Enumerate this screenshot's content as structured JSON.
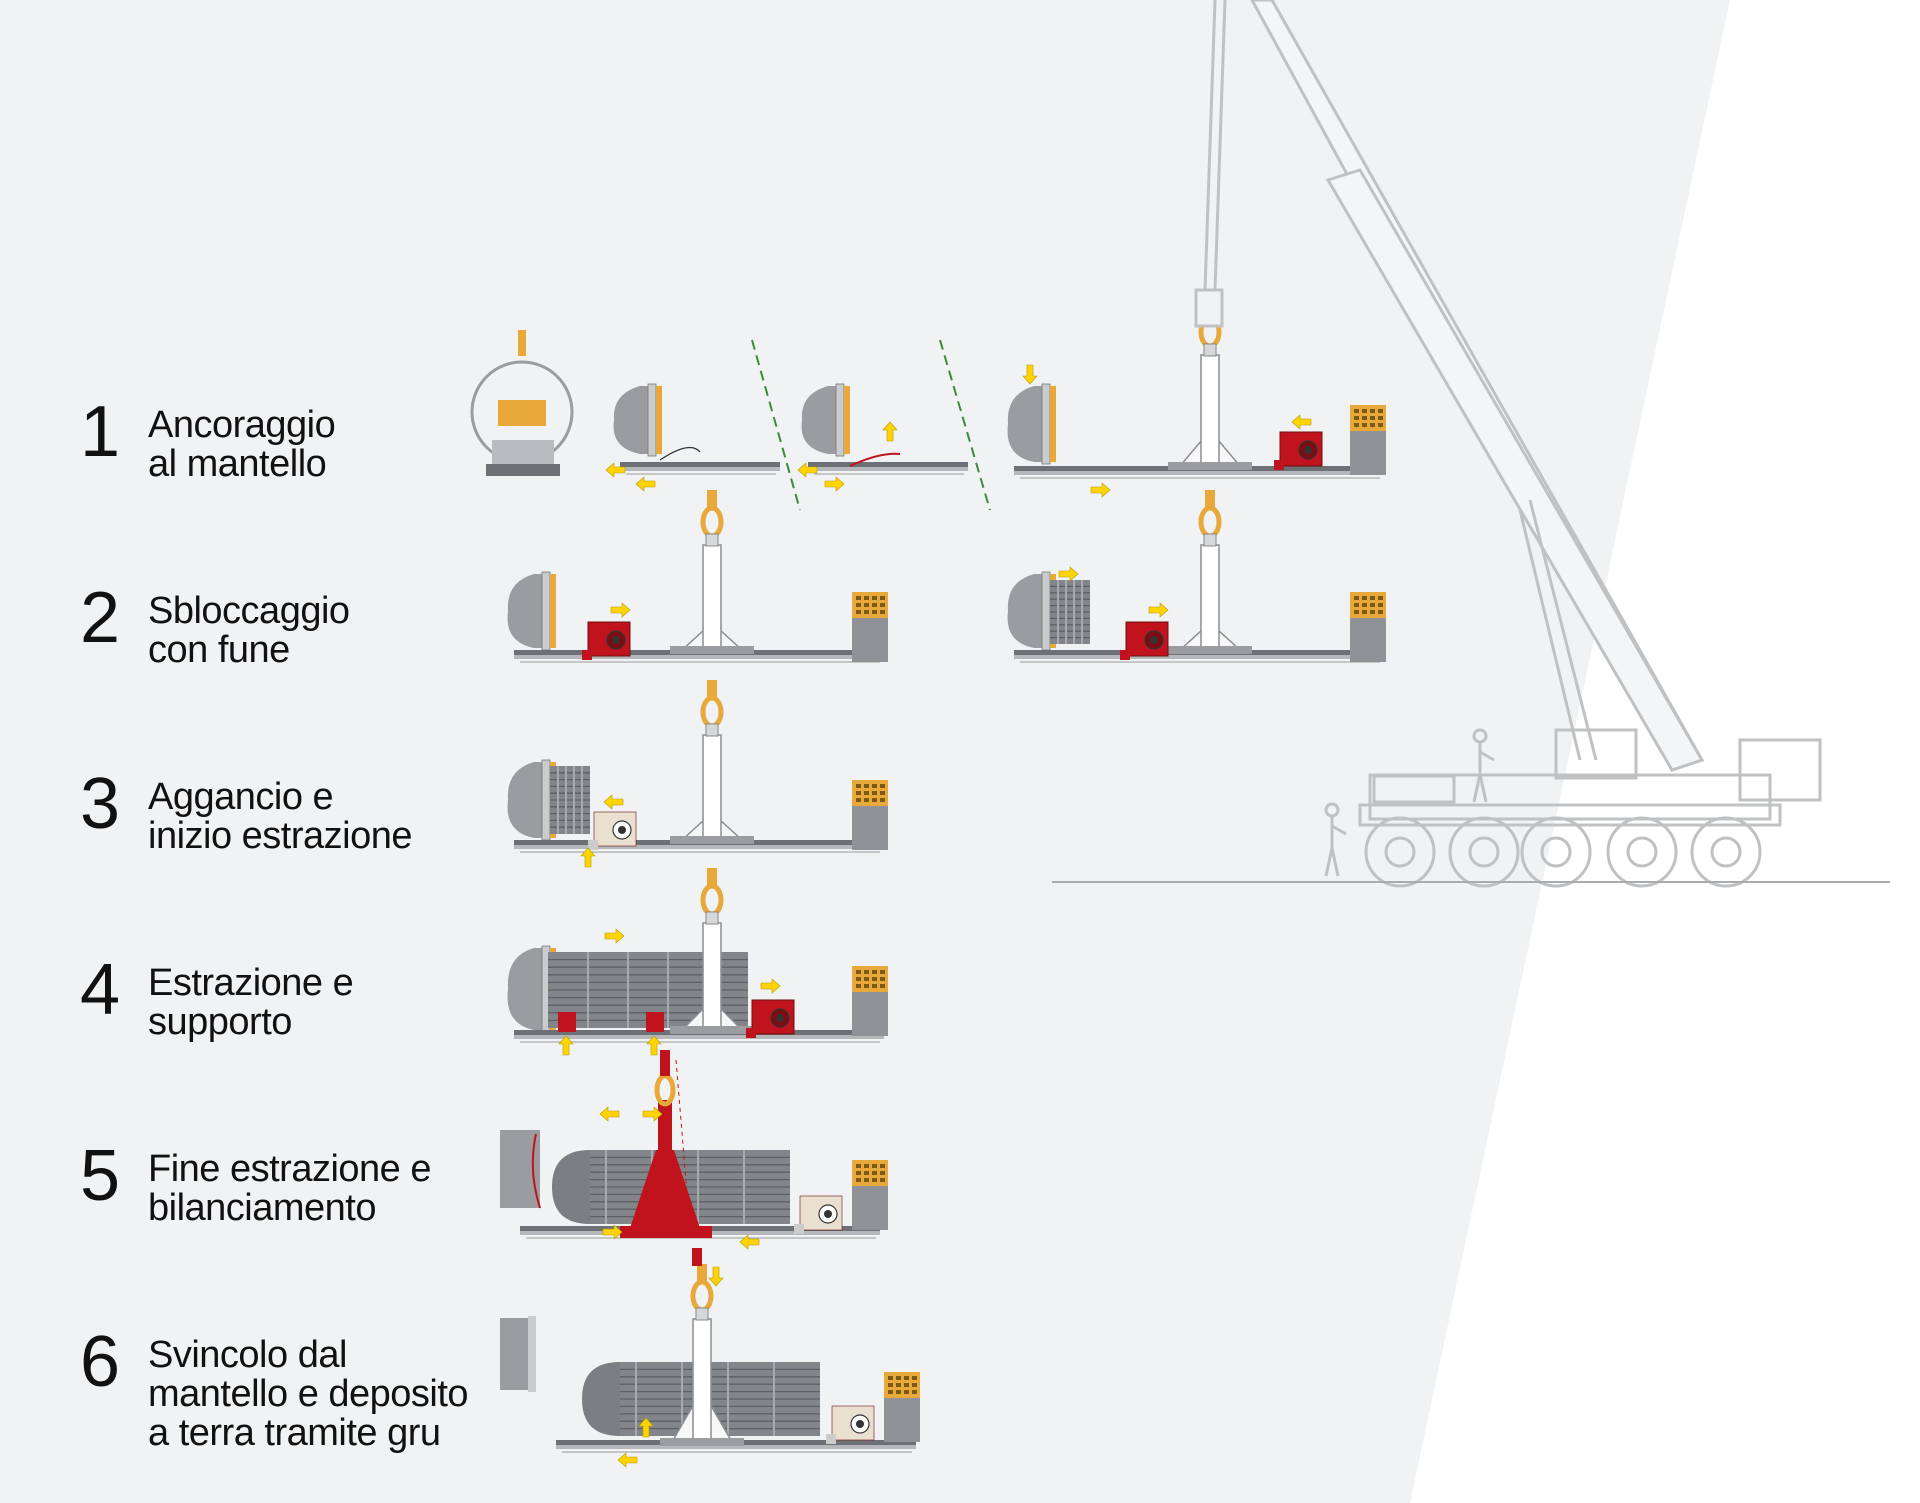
{
  "colors": {
    "background": "#f1f2f3",
    "accent_red": "#c0131d",
    "accent_yellow": "#ffd400",
    "gold": "#e8a93a",
    "crane_line": "#bfc1c3",
    "steel": "#8e9195",
    "text": "#111111"
  },
  "steps": [
    {
      "number": "1",
      "line1": "Ancoraggio",
      "line2": "al mantello",
      "line3": ""
    },
    {
      "number": "2",
      "line1": "Sbloccaggio",
      "line2": "con fune",
      "line3": ""
    },
    {
      "number": "3",
      "line1": "Aggancio e",
      "line2": "inizio estrazione",
      "line3": ""
    },
    {
      "number": "4",
      "line1": "Estrazione e",
      "line2": "supporto",
      "line3": ""
    },
    {
      "number": "5",
      "line1": "Fine estrazione e",
      "line2": "bilanciamento",
      "line3": ""
    },
    {
      "number": "6",
      "line1": "Svincolo dal",
      "line2": "mantello e deposito",
      "line3": "a terra tramite gru"
    }
  ],
  "icons": [
    "crane-truck-icon",
    "operator-icon",
    "tube-bundle-icon",
    "lifting-hook-icon",
    "extractor-cart-icon",
    "arrow-icon"
  ]
}
